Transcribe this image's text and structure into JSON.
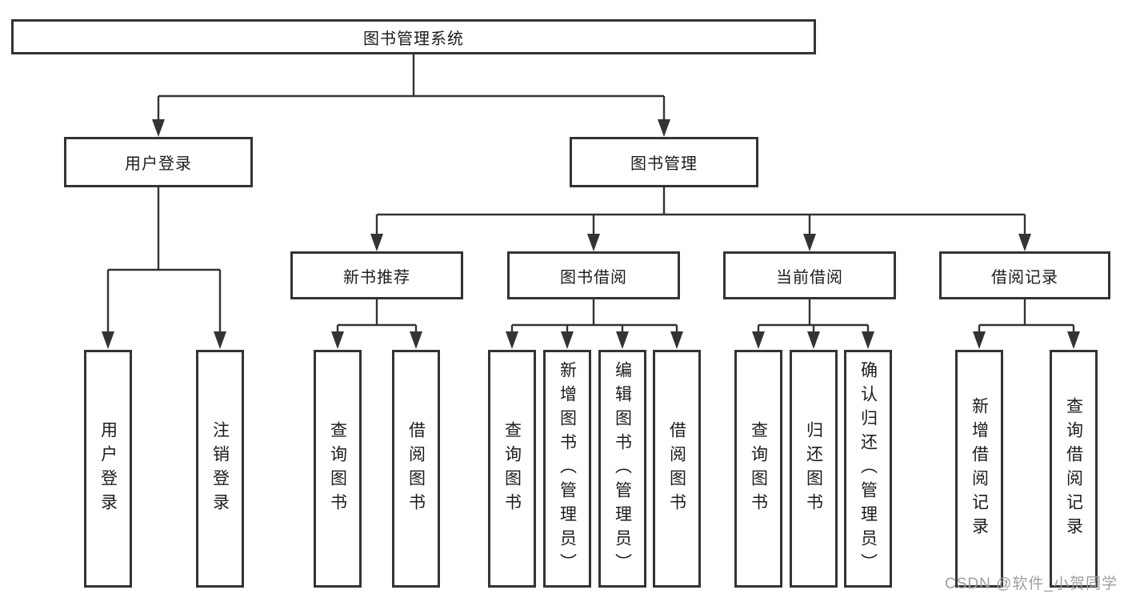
{
  "diagram": {
    "root": {
      "label": "图书管理系统"
    },
    "level2": [
      {
        "label": "用户登录",
        "children": [
          {
            "label": "用户登录"
          },
          {
            "label": "注销登录"
          }
        ]
      },
      {
        "label": "图书管理",
        "children": [
          {
            "label": "新书推荐",
            "children": [
              {
                "label": "查询图书"
              },
              {
                "label": "借阅图书"
              }
            ]
          },
          {
            "label": "图书借阅",
            "children": [
              {
                "label": "查询图书"
              },
              {
                "label": "新增图书（管理员）"
              },
              {
                "label": "编辑图书（管理员）"
              },
              {
                "label": "借阅图书"
              }
            ]
          },
          {
            "label": "当前借阅",
            "children": [
              {
                "label": "查询图书"
              },
              {
                "label": "归还图书"
              },
              {
                "label": "确认归还（管理员）"
              }
            ]
          },
          {
            "label": "借阅记录",
            "children": [
              {
                "label": "新增借阅记录"
              },
              {
                "label": "查询借阅记录"
              }
            ]
          }
        ]
      }
    ]
  },
  "watermark": {
    "text": "CSDN @软件_小贺同学"
  },
  "colors": {
    "line": "#333333",
    "box_border": "#333333",
    "box_fill": "#ffffff",
    "text": "#1c1c1c",
    "watermark": "#9e9e9e"
  }
}
